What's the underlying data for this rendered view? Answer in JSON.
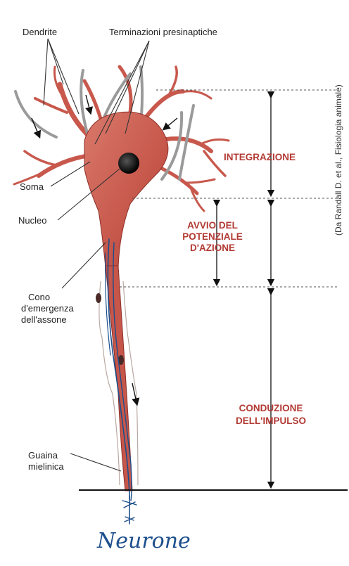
{
  "labels": {
    "dendrite": "Dendrite",
    "presynaptic": "Terminazioni presinaptiche",
    "soma": "Soma",
    "nucleo": "Nucleo",
    "cono_line1": "Cono",
    "cono_line2": "d'emergenza",
    "cono_line3": "dell'assone",
    "guaina_line1": "Guaina",
    "guaina_line2": "mielinica"
  },
  "stages": {
    "integrazione": "INTEGRAZIONE",
    "avvio_line1": "AVVIO DEL",
    "avvio_line2": "POTENZIALE",
    "avvio_line3": "D'AZIONE",
    "conduzione_line1": "CONDUZIONE",
    "conduzione_line2": "DELL'IMPULSO"
  },
  "credit": "(Da Randall D. et al., Fisiologia animale)",
  "handwriting": "Neurone",
  "colors": {
    "neuron": "#c8584c",
    "neuron_dark": "#8e2f28",
    "stage_text": "#b23a34",
    "ink": "#1d4f8c"
  }
}
